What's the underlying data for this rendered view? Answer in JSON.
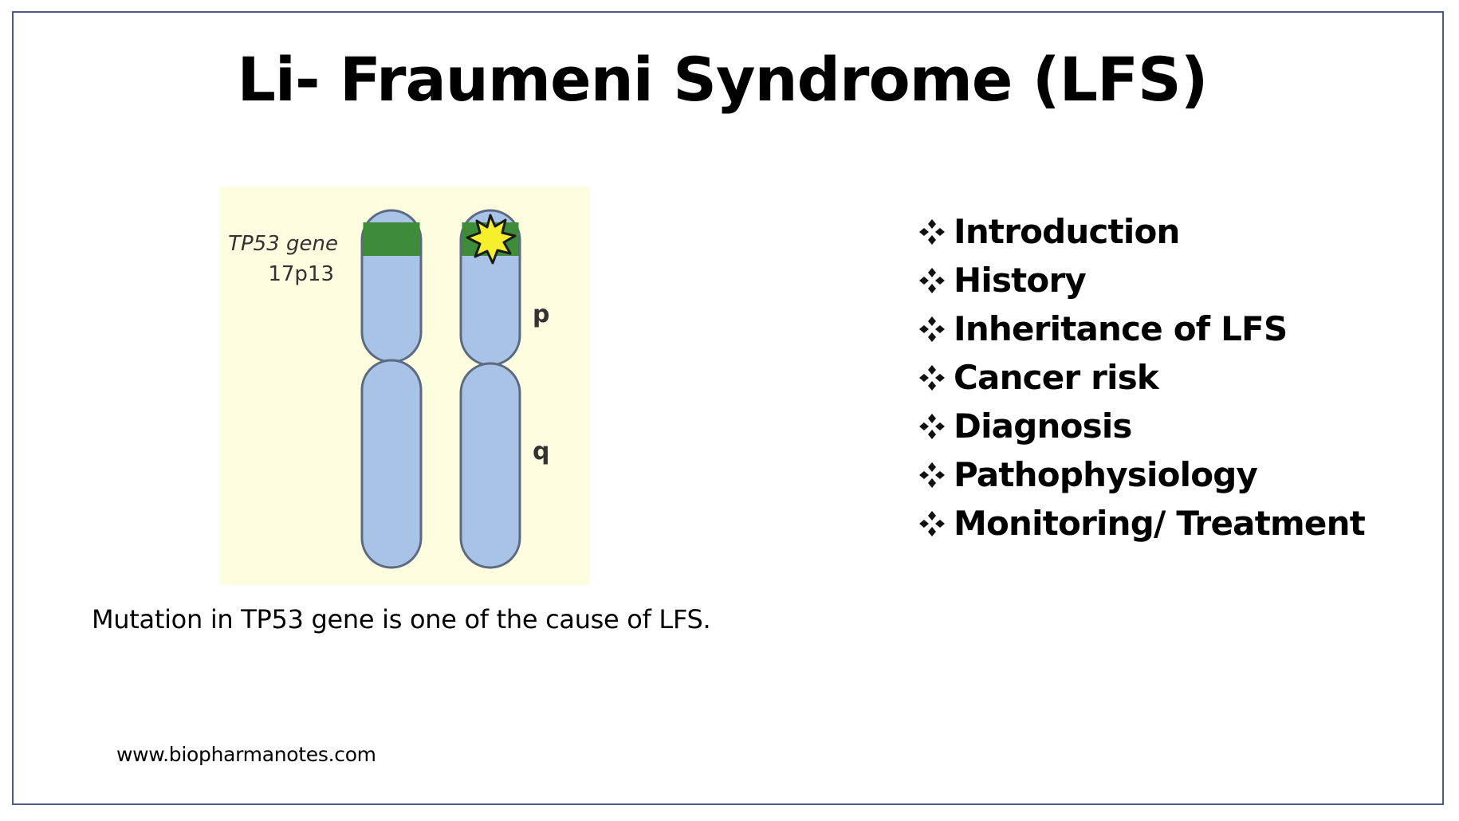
{
  "slide": {
    "title": "Li- Fraumeni Syndrome (LFS)",
    "caption": "Mutation in TP53 gene is one of the cause of LFS.",
    "footer_url": "www.biopharmanotes.com"
  },
  "figure": {
    "gene_label": "TP53 gene",
    "locus_label": "17p13",
    "arm_p_label": "p",
    "arm_q_label": "q",
    "colors": {
      "background": "#fdfde0",
      "chromosome": "#a9c3e6",
      "band": "#3e8b3a",
      "mutation_star": "#f6ef2e"
    }
  },
  "topics": {
    "bullet_icon": "four-diamond-bullet-icon",
    "items": [
      {
        "label": "Introduction"
      },
      {
        "label": "History"
      },
      {
        "label": "Inheritance of LFS"
      },
      {
        "label": "Cancer risk"
      },
      {
        "label": "Diagnosis"
      },
      {
        "label": "Pathophysiology"
      },
      {
        "label": "Monitoring/ Treatment"
      }
    ]
  }
}
